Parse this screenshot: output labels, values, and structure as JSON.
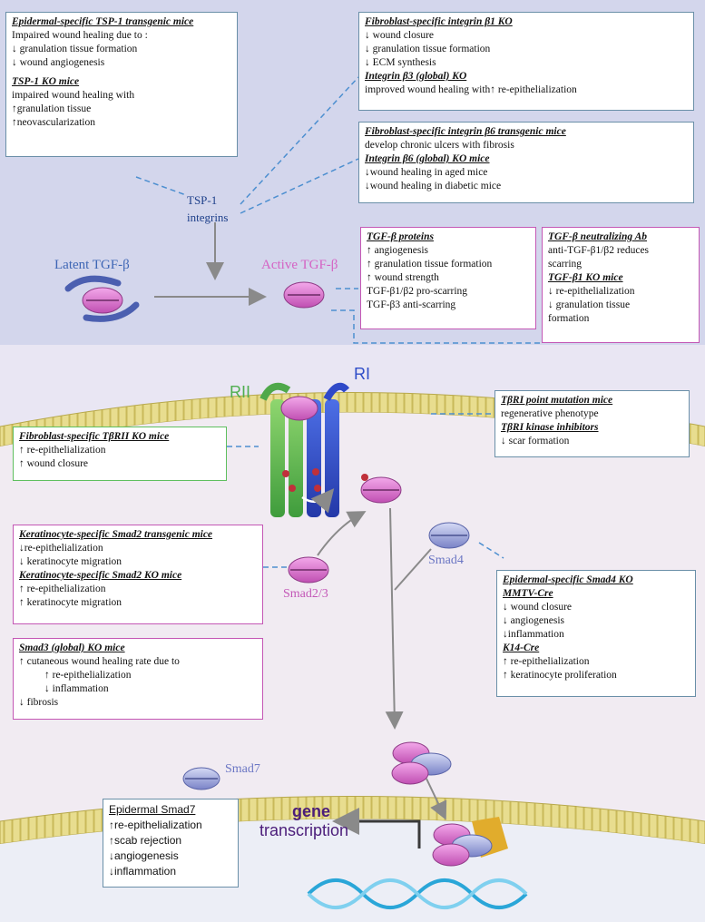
{
  "colors": {
    "top_bg": "#d2d5ec",
    "cell_bg": "#ece6f5",
    "membrane": "#d8d07a",
    "blue_box": "#6a8fa8",
    "pink_box": "#c457b5",
    "green_box": "#5fbf5f"
  },
  "labels": {
    "tsp1": "TSP-1",
    "integrins": "integrins",
    "latent": "Latent TGF-β",
    "active": "Active TGF-β",
    "rii": "RII",
    "ri": "RI",
    "smad23": "Smad2/3",
    "smad4": "Smad4",
    "smad7": "Smad7",
    "gene": "gene",
    "transcription": "transcription"
  },
  "boxes": {
    "epi_tsp": {
      "t1": "Epidermal-specific TSP-1 transgenic mice",
      "l1": "Impaired wound healing due to :",
      "l2": "↓ granulation tissue formation",
      "l3": "↓ wound angiogenesis",
      "t2": "TSP-1 KO mice",
      "l4": "impaired wound healing with",
      "l5": "↑granulation tissue",
      "l6": "↑neovascularization"
    },
    "fib_b1": {
      "t1": "Fibroblast-specific integrin β1 KO",
      "l1": "↓ wound closure",
      "l2": "↓ granulation tissue formation",
      "l3": "↓ ECM synthesis",
      "t2": "Integrin β3 (global) KO",
      "l4": "improved wound healing with↑ re-epithelialization"
    },
    "fib_b6": {
      "t1": "Fibroblast-specific integrin β6 transgenic mice",
      "l1": "develop chronic ulcers with fibrosis",
      "t2": "Integrin β6 (global) KO mice",
      "l2": "↓wound healing in aged mice",
      "l3": "↓wound healing in diabetic mice"
    },
    "tgf_prot": {
      "t1": "TGF-β proteins",
      "l1": "↑ angiogenesis",
      "l2": "↑ granulation tissue formation",
      "l3": "↑ wound strength",
      "l4": "TGF-β1/β2 pro-scarring",
      "l5": "TGF-β3 anti-scarring"
    },
    "tgf_ab": {
      "t1": "TGF-β neutralizing Ab",
      "l1": "anti-TGF-β1/β2 reduces",
      "l2": "scarring",
      "t2": "TGF-β1 KO mice",
      "l3": "↓ re-epithelialization",
      "l4": "↓ granulation tissue",
      "l5": "formation"
    },
    "tbr1": {
      "t1": "TβRI point mutation mice",
      "l1": "regenerative phenotype",
      "t2": "TβRI kinase inhibitors",
      "l2": "↓ scar formation"
    },
    "fib_tbr2": {
      "t1": "Fibroblast-specific TβRII KO mice",
      "l1": "↑ re-epithelialization",
      "l2": "↑ wound closure"
    },
    "ker_smad2": {
      "t1": "Keratinocyte-specific Smad2 transgenic mice",
      "l1": "↓re-epithelialization",
      "l2": "↓ keratinocyte migration",
      "t2": "Keratinocyte-specific Smad2 KO mice",
      "l3": "↑ re-epithelialization",
      "l4": "↑ keratinocyte migration"
    },
    "smad3": {
      "t1": "Smad3 (global) KO mice",
      "l1": "↑  cutaneous wound healing rate due to",
      "l2": "↑ re-epithelialization",
      "l3": "↓ inflammation",
      "l4": "↓ fibrosis"
    },
    "smad4": {
      "t1": "Epidermal-specific Smad4 KO",
      "t2": "MMTV-Cre",
      "l1": "↓ wound closure",
      "l2": "↓ angiogenesis",
      "l3": "↓inflammation",
      "t3": "K14-Cre",
      "l4": "↑ re-epithelialization",
      "l5": "↑ keratinocyte proliferation"
    },
    "smad7": {
      "t1": "Epidermal Smad7",
      "l1": "↑re-epithelialization",
      "l2": "↑scab rejection",
      "l3": "↓angiogenesis",
      "l4": "↓inflammation"
    }
  }
}
